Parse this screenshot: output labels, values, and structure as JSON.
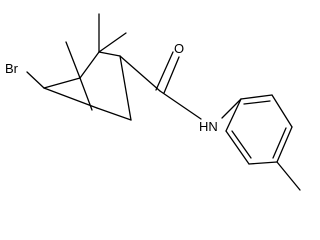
{
  "molecule": {
    "atoms": [
      {
        "key": "br",
        "text": "Br"
      },
      {
        "key": "o",
        "text": "O"
      },
      {
        "key": "nh",
        "text": "HN"
      }
    ]
  }
}
